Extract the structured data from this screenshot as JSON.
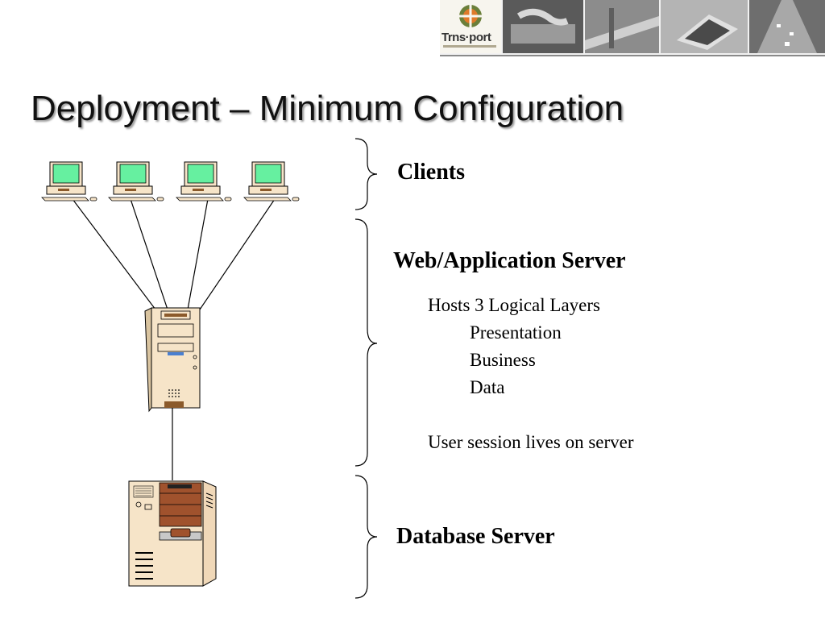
{
  "slide": {
    "title": "Deployment – Minimum Configuration"
  },
  "header": {
    "logo_text": "Trns·port"
  },
  "labels": {
    "clients": "Clients",
    "web_server": "Web/Application Server",
    "hosts": "Hosts 3 Logical Layers",
    "layers": [
      "Presentation",
      "Business",
      "Data"
    ],
    "session": "User session lives on server",
    "database": "Database Server"
  },
  "colors": {
    "screen": "#66f0a0",
    "computer_beige": "#f6e4c8",
    "server_brown": "#a0522d",
    "line": "#000000"
  }
}
